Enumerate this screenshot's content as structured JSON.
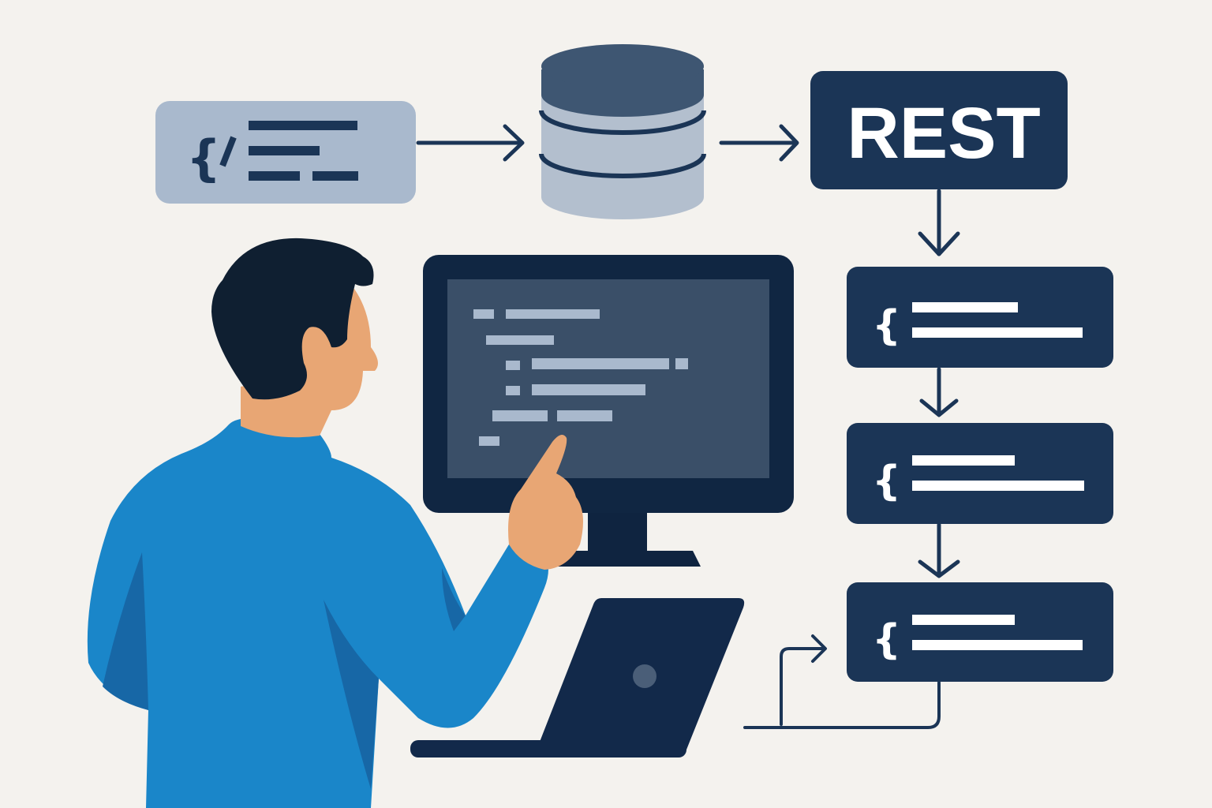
{
  "diagram": {
    "rest_label": "REST",
    "nodes": [
      "code-file",
      "database",
      "rest-api",
      "json-response-1",
      "json-response-2",
      "json-response-3"
    ],
    "colors": {
      "background": "#f4f2ee",
      "navy": "#1b3556",
      "light_card": "#a9b9cd",
      "db_top": "#3e5672",
      "db_body": "#b3bfce",
      "shirt": "#1a86c9",
      "shirt_shadow": "#1767a6",
      "skin": "#e8a674",
      "hair": "#0f1f31"
    }
  }
}
